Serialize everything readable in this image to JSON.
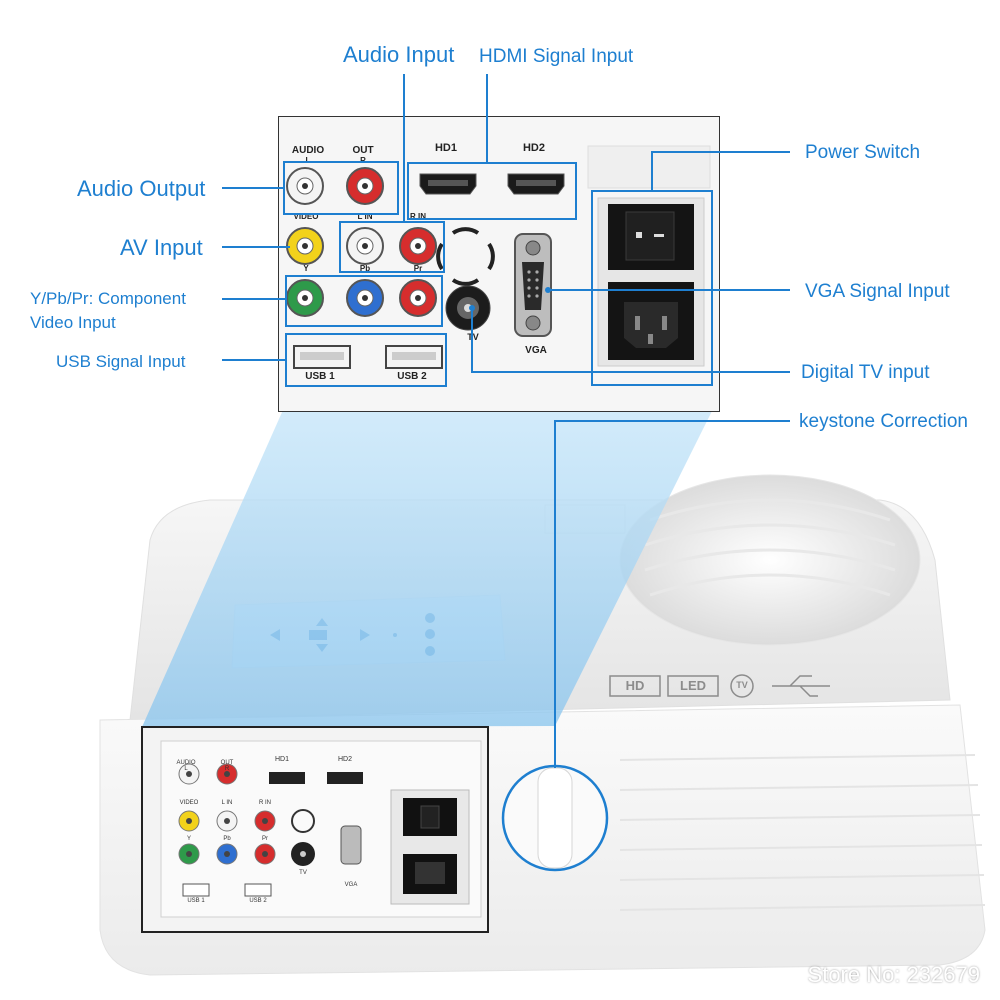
{
  "callouts": {
    "audio_input": "Audio Input",
    "hdmi_signal_input": "HDMI Signal Input",
    "power_switch": "Power Switch",
    "audio_output": "Audio Output",
    "av_input": "AV Input",
    "component_line1": "Y/Pb/Pr: Component",
    "component_line2": "Video Input",
    "usb_signal_input": "USB Signal Input",
    "vga_signal_input": "VGA Signal Input",
    "digital_tv_input": "Digital TV input",
    "keystone_correction": "keystone Correction"
  },
  "panel_labels": {
    "audio": "AUDIO",
    "l": "L",
    "out": "OUT",
    "r": "R",
    "hd1": "HD1",
    "hd2": "HD2",
    "video": "VIDEO",
    "l_in": "L IN",
    "r_in": "R IN",
    "y": "Y",
    "pb": "Pb",
    "pr": "Pr",
    "tv": "TV",
    "vga": "VGA",
    "usb1": "USB 1",
    "usb2": "USB 2"
  },
  "logo": {
    "hd": "HD",
    "led": "LED",
    "tv": "TV"
  },
  "watermark": "Store No: 232679",
  "colors": {
    "callout_blue": "#1e7fd0",
    "projection_blue": "#9fd0f2",
    "rca_red": "#d62d2d",
    "rca_yellow": "#f2d21b",
    "rca_white": "#f4f4f4",
    "rca_green": "#2e9a4a",
    "rca_blue": "#2f6fd0"
  }
}
